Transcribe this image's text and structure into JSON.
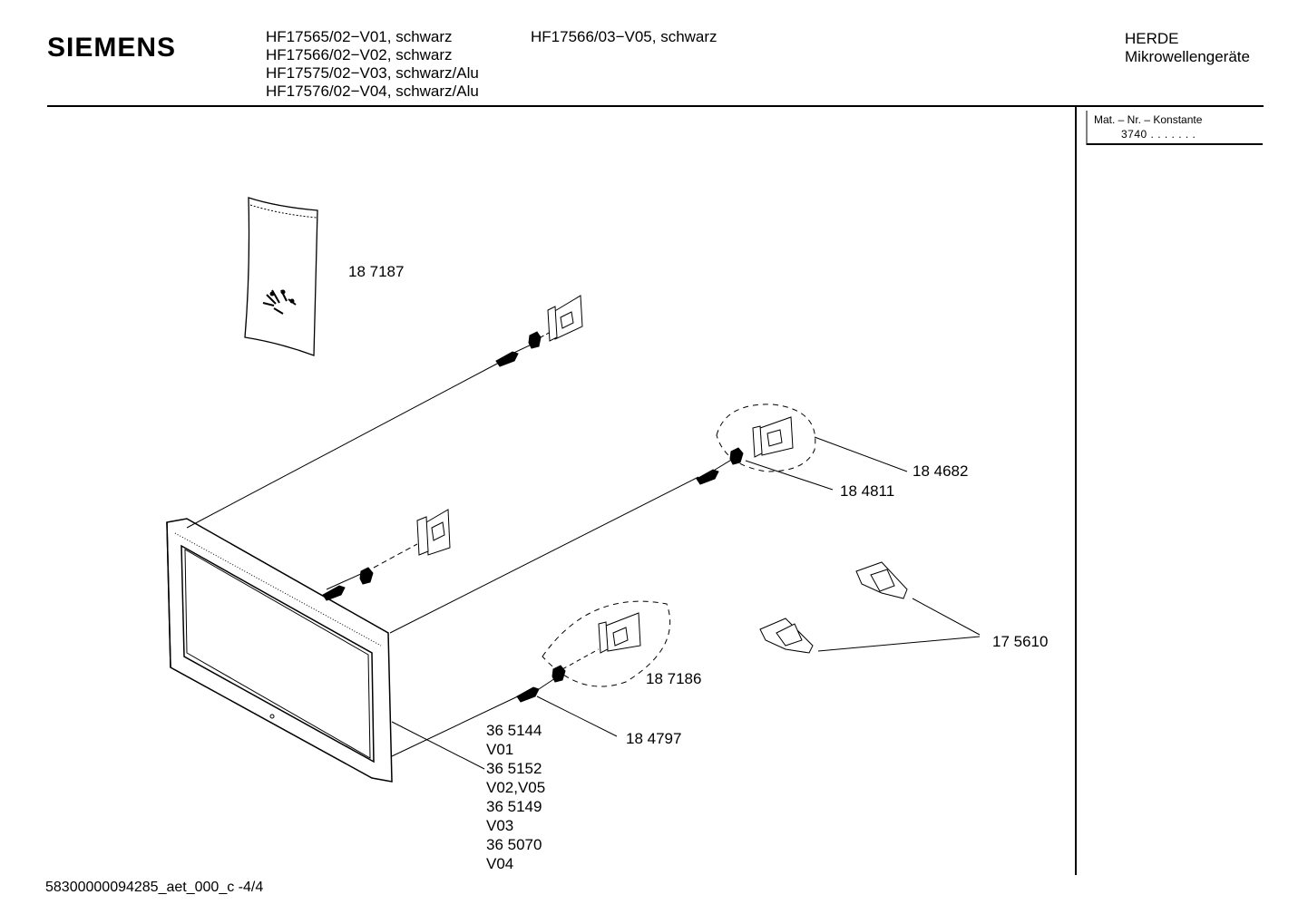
{
  "header": {
    "brand": "SIEMENS",
    "models_col1": [
      "HF17565/02−V01, schwarz",
      "HF17566/02−V02, schwarz",
      "HF17575/02−V03, schwarz/Alu",
      "HF17576/02−V04, schwarz/Alu"
    ],
    "models_col2": [
      "HF17566/03−V05, schwarz"
    ],
    "category_line1": "HERDE",
    "category_line2": "Mikrowellengeräte"
  },
  "constant_box": {
    "label": "Mat. – Nr. – Konstante",
    "value": "3740 . .   . . . . ."
  },
  "parts": {
    "p187187": "18 7187",
    "p184682": "18 4682",
    "p184811": "18 4811",
    "p175610": "17 5610",
    "p187186": "18 7186",
    "p184797": "18 4797",
    "variants": [
      "36 5144",
      "V01",
      "36 5152",
      "V02,V05",
      "36 5149",
      "V03",
      "36 5070",
      "V04"
    ]
  },
  "footer": {
    "doc_id": "58300000094285_aet_000_c -4/4"
  }
}
